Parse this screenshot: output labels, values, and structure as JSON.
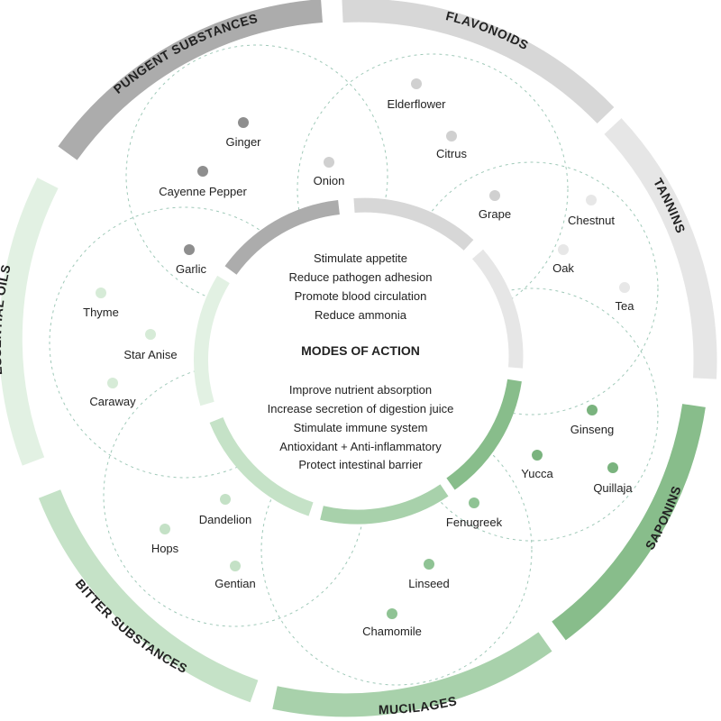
{
  "title": "MODES OF ACTION",
  "upper_effects": [
    "Stimulate appetite",
    "Reduce pathogen adhesion",
    "Promote blood circulation",
    "Reduce ammonia"
  ],
  "lower_effects": [
    "Improve nutrient absorption",
    "Increase secretion of digestion juice",
    "Stimulate immune system",
    "Antioxidant + Anti-inflammatory",
    "Protect intestinal barrier"
  ],
  "categories": [
    {
      "name": "PUNGENT SUBSTANCES",
      "color": "#acacac",
      "herbs": [
        "Ginger",
        "Cayenne Pepper",
        "Onion",
        "Garlic"
      ]
    },
    {
      "name": "FLAVONOIDS",
      "color": "#d7d7d7",
      "herbs": [
        "Elderflower",
        "Citrus",
        "Grape"
      ]
    },
    {
      "name": "TANNINS",
      "color": "#e6e6e6",
      "herbs": [
        "Chestnut",
        "Oak",
        "Tea"
      ]
    },
    {
      "name": "SAPONINS",
      "color": "#88bd8b",
      "herbs": [
        "Ginseng",
        "Yucca",
        "Quillaja"
      ]
    },
    {
      "name": "MUCILAGES",
      "color": "#a8d1ab",
      "herbs": [
        "Fenugreek",
        "Linseed",
        "Chamomile"
      ]
    },
    {
      "name": "BITTER SUBSTANCES",
      "color": "#c5e2c7",
      "herbs": [
        "Dandelion",
        "Hops",
        "Gentian"
      ]
    },
    {
      "name": "ESSENTIAL OILS",
      "color": "#e2f1e3",
      "herbs": [
        "Thyme",
        "Star Anise",
        "Caraway"
      ]
    }
  ],
  "dot_colors": {
    "pungent": "#8e8e8e",
    "flavonoids": "#d0d0d0",
    "tannins": "#e7e7e7",
    "saponins": "#7ab37e",
    "mucilages": "#8fc394",
    "bitter": "#c4e1c6",
    "essential": "#d6ebd7"
  },
  "dashed_color": "#9fc9b8"
}
